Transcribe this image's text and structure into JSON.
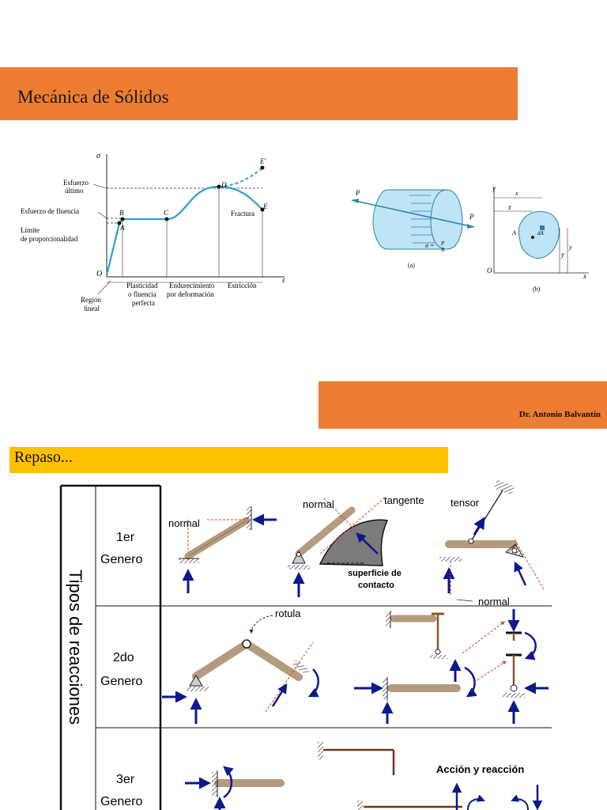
{
  "title": "Mecánica de Sólidos",
  "author": "Dr. Antonio Balvantín",
  "section": "Repaso...",
  "stress_strain": {
    "axis_sigma": "σ",
    "axis_eps": "ε",
    "origin": "O",
    "labels": {
      "esfuerzo_ultimo_1": "Esfuerzo",
      "esfuerzo_ultimo_2": "último",
      "esfuerzo_fluencia": "Esfuerzo de fluencia",
      "limite_1": "Límite",
      "limite_2": "de proporcionalidad",
      "fractura": "Fractura"
    },
    "points": {
      "A": "A",
      "B": "B",
      "C": "C",
      "D": "D",
      "E": "E",
      "Ep": "E′"
    },
    "regions": {
      "r1a": "Región",
      "r1b": "lineal",
      "r2a": "Plasticidad",
      "r2b": "o fluencia",
      "r2c": "perfecta",
      "r3a": "Endurecimiento",
      "r3b": "por deformación",
      "r4a": "Estricción"
    }
  },
  "bar_figure": {
    "P": "P",
    "sigma_eq": "σ =",
    "P_over": "P",
    "A_under": "A",
    "cap_a": "(a)",
    "cap_b": "(b)",
    "y": "y",
    "x": "x",
    "xbar": "x̄",
    "ybar": "ȳ",
    "A": "A",
    "dA": "dA",
    "O": "O"
  },
  "table": {
    "side_title": "Tipos de reacciones",
    "rows": [
      {
        "l1": "1er",
        "l2": "Genero"
      },
      {
        "l1": "2do",
        "l2": "Genero"
      },
      {
        "l1": "3er",
        "l2": "Genero"
      }
    ],
    "labels": {
      "normal1": "normal",
      "normal2": "normal",
      "tangente": "tangente",
      "tensor": "tensor",
      "superficie_1": "superficie de",
      "superficie_2": "contacto",
      "normal3": "normal",
      "rotula": "rotula",
      "accion": "Acción y reacción"
    }
  },
  "colors": {
    "orange": "#ED7D31",
    "yellow": "#FFC000",
    "curve": "#2e9fd6",
    "bar": "#b59b7d",
    "arrow": "#0a1a8c",
    "dashed": "#e23b2a"
  }
}
